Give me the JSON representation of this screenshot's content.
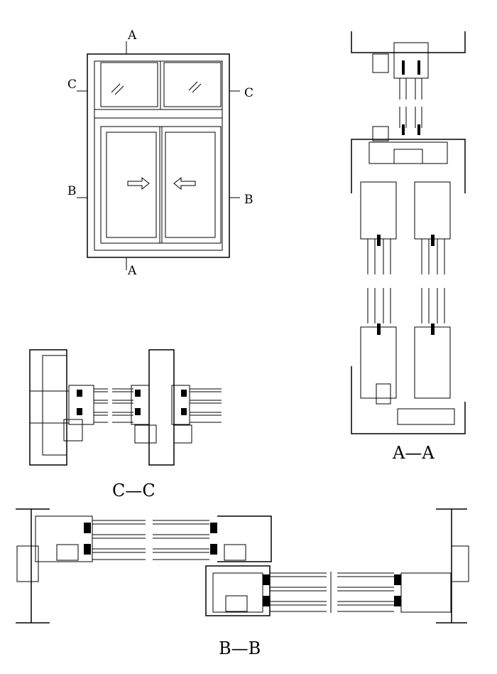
{
  "elevation": {
    "cut_top": "A",
    "cut_bottom": "A",
    "cut_left_upper": "C",
    "cut_right_upper": "C",
    "cut_left_lower": "B",
    "cut_right_lower": "B"
  },
  "sections": {
    "aa_title": "A—A",
    "cc_title": "C—C",
    "bb_title": "B—B"
  },
  "colors": {
    "line": "#000000",
    "background": "#ffffff"
  }
}
